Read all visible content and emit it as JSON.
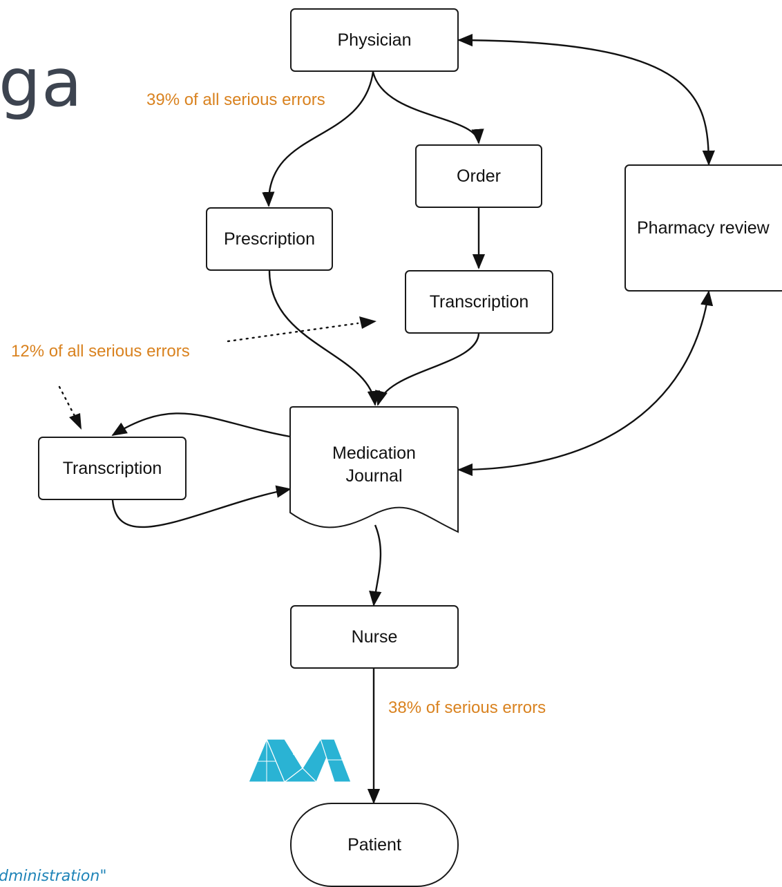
{
  "slide": {
    "title_fragment": "ga",
    "footer_citation": "dministration\""
  },
  "nodes": {
    "physician": "Physician",
    "order": "Order",
    "prescription": "Prescription",
    "pharmacy_review": "Pharmacy review",
    "transcription_top": "Transcription",
    "medication_journal_line1": "Medication",
    "medication_journal_line2": "Journal",
    "transcription_left": "Transcription",
    "nurse": "Nurse",
    "patient": "Patient"
  },
  "annotations": {
    "physician_errors": "39% of all serious errors",
    "transcription_errors": "12% of all serious errors",
    "nurse_errors": "38% of serious errors"
  },
  "colors": {
    "annotation": "#d9821f",
    "logo": "#2ab3d4",
    "title": "#3d4450",
    "citation": "#1f84b8"
  }
}
